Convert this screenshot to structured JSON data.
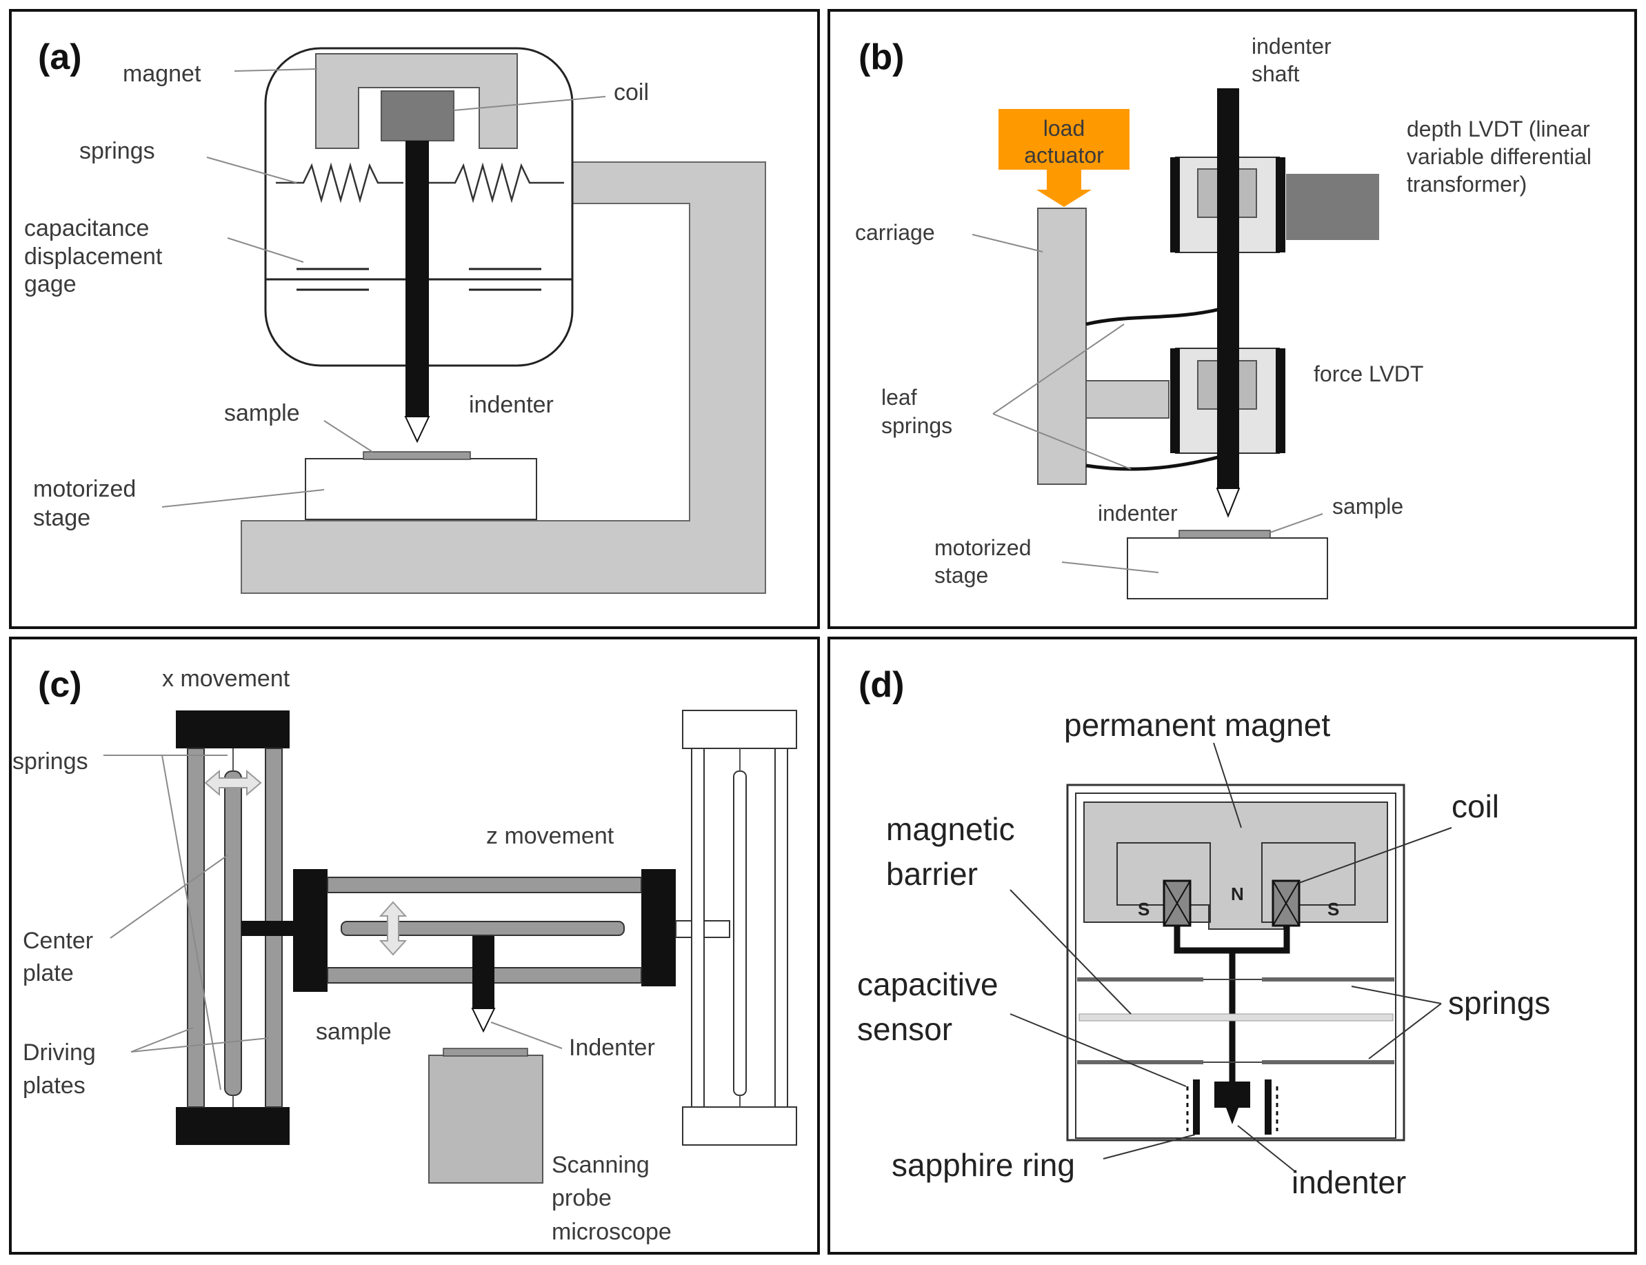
{
  "panels": {
    "a": {
      "tag": "(a)",
      "labels": {
        "magnet": "magnet",
        "coil": "coil",
        "springs": "springs",
        "capacitance_1": "capacitance",
        "capacitance_2": "displacement",
        "capacitance_3": "gage",
        "sample": "sample",
        "indenter": "indenter",
        "stage_1": "motorized",
        "stage_2": "stage"
      }
    },
    "b": {
      "tag": "(b)",
      "labels": {
        "shaft_1": "indenter",
        "shaft_2": "shaft",
        "load_1": "load",
        "load_2": "actuator",
        "depth_1": "depth LVDT (linear",
        "depth_2": "variable differential",
        "depth_3": "transformer)",
        "carriage": "carriage",
        "force": "force LVDT",
        "leaf_1": "leaf",
        "leaf_2": "springs",
        "indenter": "indenter",
        "sample": "sample",
        "stage_1": "motorized",
        "stage_2": "stage"
      }
    },
    "c": {
      "tag": "(c)",
      "labels": {
        "x_move": "x movement",
        "springs": "springs",
        "z_move": "z movement",
        "center_1": "Center",
        "center_2": "plate",
        "driving_1": "Driving",
        "driving_2": "plates",
        "sample": "sample",
        "indenter": "Indenter",
        "spm_1": "Scanning",
        "spm_2": "probe",
        "spm_3": "microscope"
      }
    },
    "d": {
      "tag": "(d)",
      "labels": {
        "magnet": "permanent magnet",
        "coil": "coil",
        "barrier_1": "magnetic",
        "barrier_2": "barrier",
        "sensor_1": "capacitive",
        "sensor_2": "sensor",
        "springs": "springs",
        "sapphire": "sapphire ring",
        "indenter": "indenter",
        "pole_s": "S",
        "pole_n": "N"
      }
    }
  },
  "colors": {
    "accent_orange": "#ff9900",
    "frame_gray": "#c8c8c8",
    "dark_gray": "#7a7a7a",
    "black": "#111111"
  }
}
